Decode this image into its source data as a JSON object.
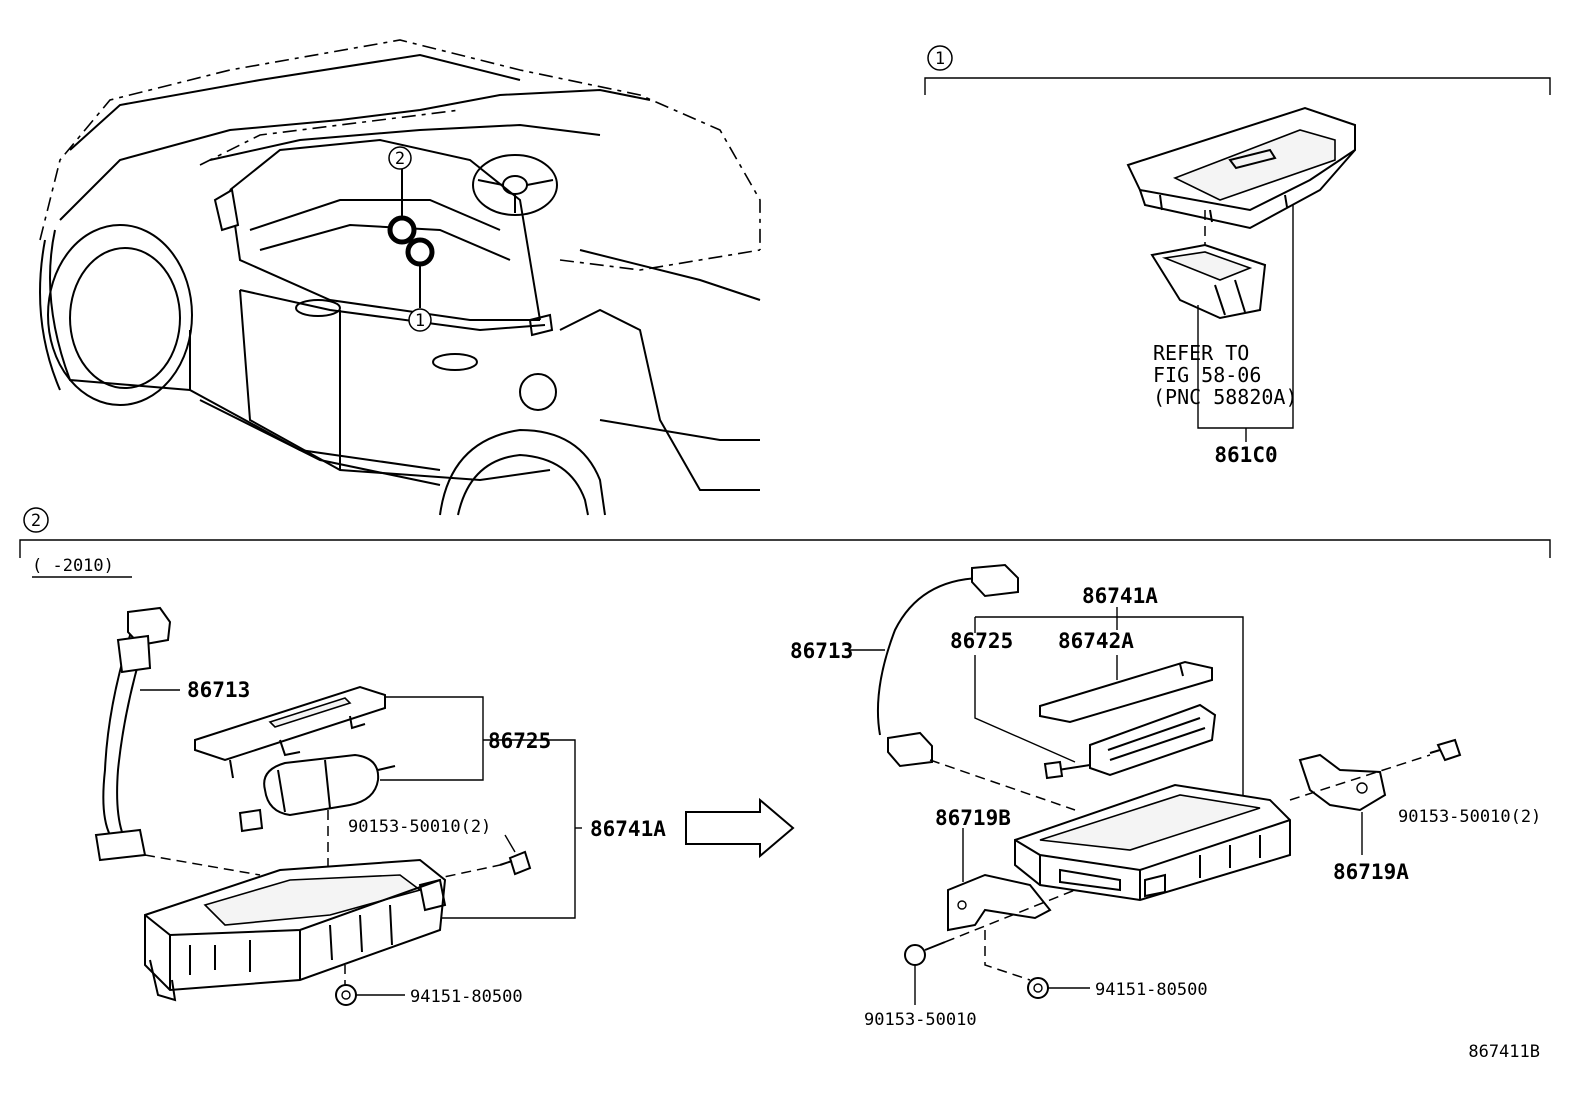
{
  "callouts": {
    "section_1": "1",
    "section_2": "2",
    "car_mark_1": "1",
    "car_mark_2": "2"
  },
  "section_1": {
    "refer_line1": "REFER TO",
    "refer_line2": "FIG 58-06",
    "refer_line3": "(PNC 58820A)",
    "part_861C0": "861C0"
  },
  "section_2": {
    "date_range": "(      -2010)",
    "left": {
      "p86713": "86713",
      "p86725": "86725",
      "p86741A": "86741A",
      "p90153_50010_2": "90153-50010(2)",
      "p94151_80500": "94151-80500"
    },
    "right": {
      "p86713": "86713",
      "p86741A": "86741A",
      "p86725": "86725",
      "p86742A": "86742A",
      "p86719B": "86719B",
      "p86719A": "86719A",
      "p90153_50010_2": "90153-50010(2)",
      "p90153_50010": "90153-50010",
      "p94151_80500": "94151-80500"
    }
  },
  "figure_code": "867411B"
}
